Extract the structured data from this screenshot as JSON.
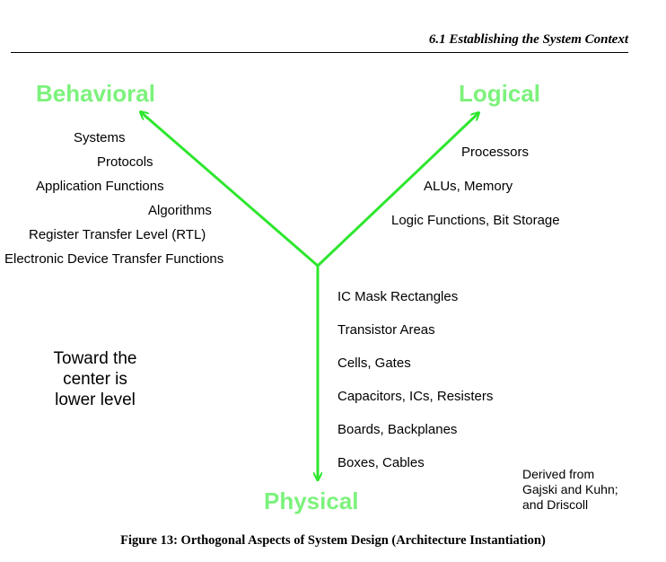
{
  "header": {
    "title": "6.1  Establishing the System Context"
  },
  "diagram": {
    "arrow_color": "#2ee62e",
    "heading_color": "#7cf27c",
    "behavioral": {
      "heading": "Behavioral",
      "items": [
        "Systems",
        "Protocols",
        "Application Functions",
        "Algorithms",
        "Register Transfer Level (RTL)",
        "Electronic Device Transfer Functions"
      ]
    },
    "logical": {
      "heading": "Logical",
      "items": [
        "Processors",
        "ALUs, Memory",
        "Logic Functions, Bit Storage"
      ]
    },
    "physical": {
      "heading": "Physical",
      "items": [
        "IC Mask Rectangles",
        "Transistor Areas",
        "Cells, Gates",
        "Capacitors, ICs, Resisters",
        "Boards, Backplanes",
        "Boxes, Cables"
      ]
    },
    "note": "Toward the center is lower level",
    "credit": [
      "Derived from",
      "Gajski and Kuhn;",
      "and Driscoll"
    ]
  },
  "caption": "Figure 13: Orthogonal Aspects of System Design (Architecture Instantiation)"
}
